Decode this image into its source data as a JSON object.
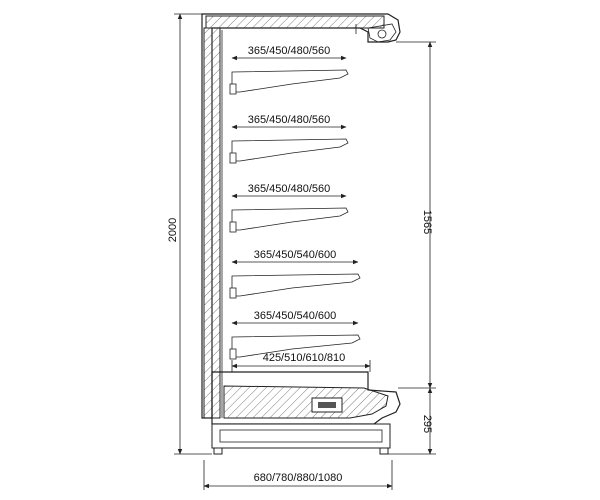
{
  "diagram": {
    "overall_height": "2000",
    "display_height": "1565",
    "base_height": "295",
    "overall_depth": "680/780/880/1080",
    "shelves": [
      {
        "label": "365/450/480/560"
      },
      {
        "label": "365/450/480/560"
      },
      {
        "label": "365/450/480/560"
      },
      {
        "label": "365/450/540/600"
      },
      {
        "label": "365/450/540/600"
      }
    ],
    "base_shelf": {
      "label": "425/510/610/810"
    }
  }
}
